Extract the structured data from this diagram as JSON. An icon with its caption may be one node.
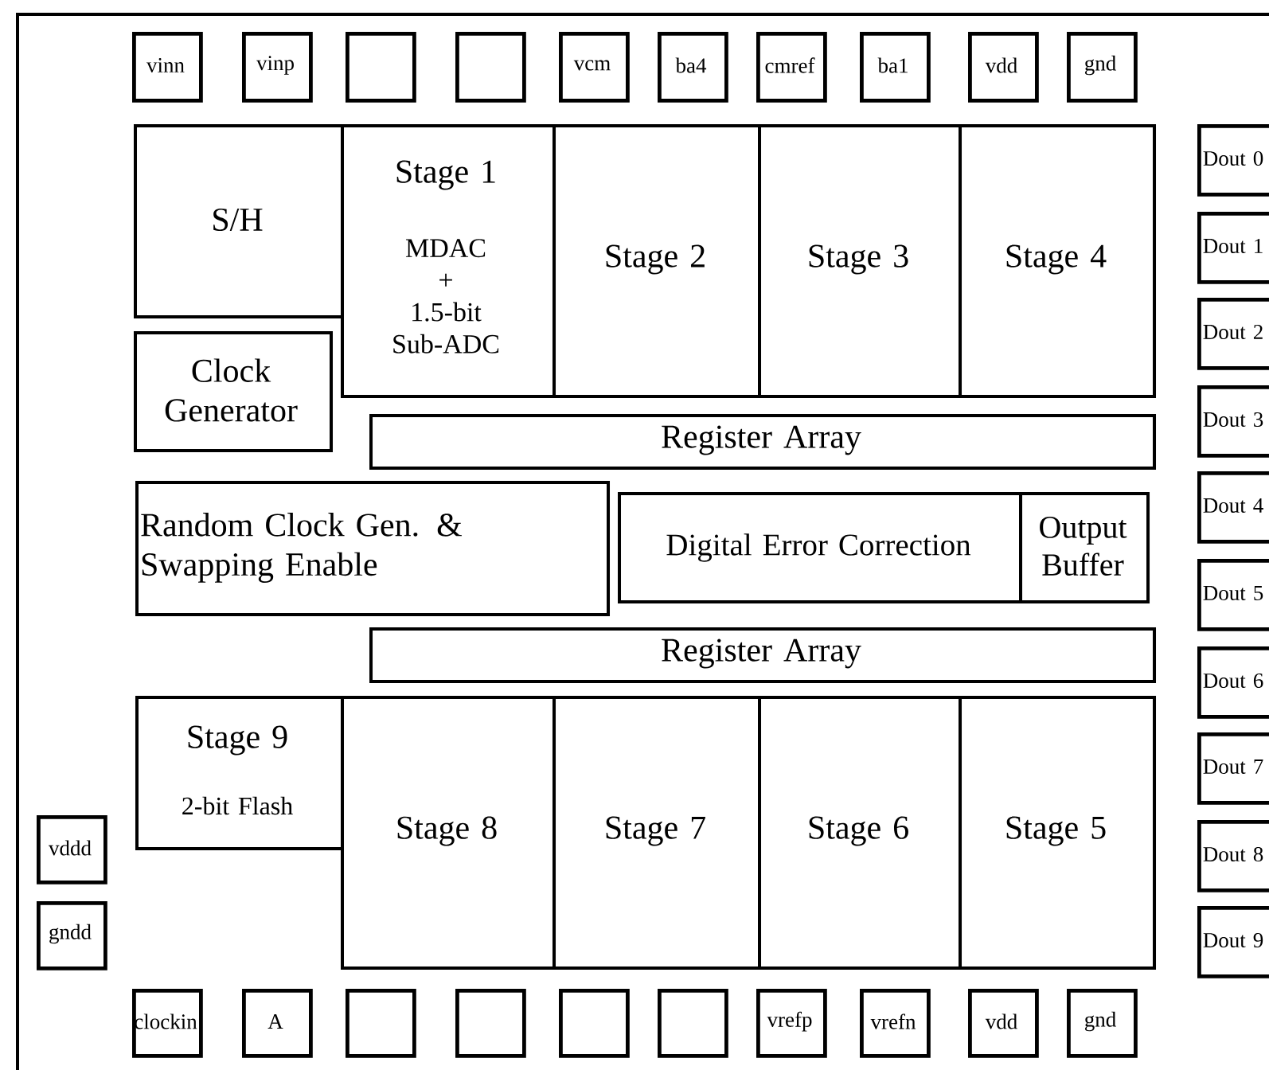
{
  "diagram": {
    "nodes": [
      {
        "text": [
          "vinn"
        ]
      },
      {
        "text": [
          "vinp"
        ]
      },
      {
        "text": [],
        "shape": "box"
      },
      {
        "text": [],
        "shape": "box"
      },
      {
        "text": [
          "vcm"
        ]
      },
      {
        "text": [
          "ba4"
        ]
      },
      {
        "text": [
          "cmref"
        ]
      },
      {
        "text": [
          "ba1"
        ]
      },
      {
        "text": [
          "vdd"
        ]
      },
      {
        "text": [
          "gnd"
        ]
      },
      {
        "text": [
          "S/H"
        ]
      },
      {
        "text": [
          "Stage 1",
          "MDAC + 1.5-bit Sub-ADC"
        ]
      },
      {
        "text": [
          "Stage 2"
        ]
      },
      {
        "text": [
          "Stage 3"
        ]
      },
      {
        "text": [
          "Stage 4"
        ]
      },
      {
        "text": [
          "Clock Generator"
        ]
      },
      {
        "text": [
          "Register Array"
        ]
      },
      {
        "text": [
          "Random Clock Gen. & Swapping Enable"
        ]
      },
      {
        "text": [
          "Digital Error Correction"
        ]
      },
      {
        "text": [
          "Output Buffer"
        ]
      },
      {
        "text": [
          "Register Array"
        ]
      },
      {
        "text": [
          "Stage 9",
          "2-bit Flash"
        ]
      },
      {
        "text": [
          "Stage 8"
        ]
      },
      {
        "text": [
          "Stage 7"
        ]
      },
      {
        "text": [
          "Stage 6"
        ]
      },
      {
        "text": [
          "Stage 5"
        ]
      },
      {
        "text": [
          "vddd"
        ]
      },
      {
        "text": [
          "gndd"
        ]
      },
      {
        "text": [
          "Dout 0"
        ]
      },
      {
        "text": [
          "Dout 1"
        ]
      },
      {
        "text": [
          "Dout 2"
        ]
      },
      {
        "text": [
          "Dout 3"
        ]
      },
      {
        "text": [
          "Dout 4"
        ]
      },
      {
        "text": [
          "Dout 5"
        ]
      },
      {
        "text": [
          "Dout 6"
        ]
      },
      {
        "text": [
          "Dout 7"
        ]
      },
      {
        "text": [
          "Dout 8"
        ]
      },
      {
        "text": [
          "Dout 9"
        ]
      },
      {
        "text": [
          "clockin"
        ]
      },
      {
        "text": [
          "A"
        ]
      },
      {
        "text": [],
        "shape": "box"
      },
      {
        "text": [],
        "shape": "box"
      },
      {
        "text": [],
        "shape": "box"
      },
      {
        "text": [],
        "shape": "box"
      },
      {
        "text": [
          "vrefp"
        ]
      },
      {
        "text": [
          "vrefn"
        ]
      },
      {
        "text": [
          "vdd"
        ]
      },
      {
        "text": [
          "gnd"
        ]
      }
    ]
  }
}
